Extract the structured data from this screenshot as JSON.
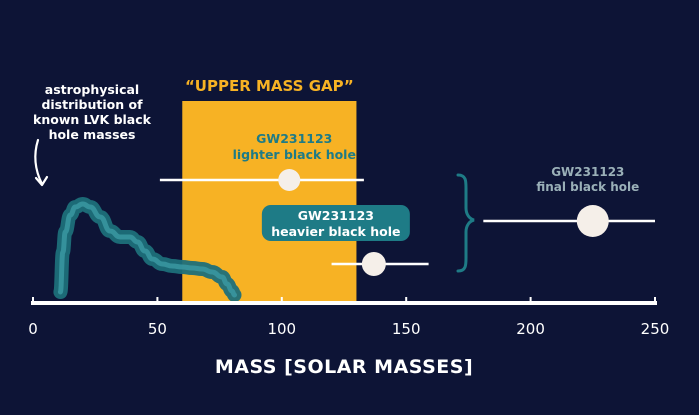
{
  "colors": {
    "background": "#0d1436",
    "gap_fill": "#f7b224",
    "distribution": "#1e6f7a",
    "distribution_core": "#3a98a2",
    "marker": "#f5efe9",
    "axis": "#ffffff",
    "label_teal": "#1e7b86",
    "label_grey": "#9ab0b8"
  },
  "chart_data": {
    "type": "scatter",
    "title": "",
    "xlabel": "MASS [SOLAR MASSES]",
    "ylabel": "",
    "xlim": [
      0,
      250
    ],
    "xticks": [
      0,
      50,
      100,
      150,
      200,
      250
    ],
    "grid": false,
    "legend": "none",
    "gap_region": {
      "label": "“UPPER MASS GAP”",
      "x_start": 60,
      "x_end": 130
    },
    "distribution": {
      "label_lines": [
        "astrophysical",
        "distribution of",
        "known LVK black",
        "hole masses"
      ],
      "x": [
        11,
        12,
        13,
        15,
        17,
        20,
        23,
        27,
        31,
        35,
        39,
        42,
        45,
        48,
        52,
        56,
        60,
        64,
        68,
        72,
        76,
        78,
        80,
        81
      ],
      "density": [
        0.05,
        0.45,
        0.65,
        0.82,
        0.9,
        0.93,
        0.9,
        0.8,
        0.66,
        0.6,
        0.6,
        0.55,
        0.46,
        0.38,
        0.33,
        0.31,
        0.3,
        0.29,
        0.28,
        0.25,
        0.2,
        0.13,
        0.06,
        0.02
      ]
    },
    "points": [
      {
        "id": "lighter",
        "label_lines": [
          "GW231123",
          "lighter black hole"
        ],
        "x": 103,
        "x_err_low": 51,
        "x_err_high": 133,
        "level": 2,
        "style": "teal"
      },
      {
        "id": "heavier",
        "label_lines": [
          "GW231123",
          "heavier black hole"
        ],
        "x": 137,
        "x_err_low": 120,
        "x_err_high": 159,
        "level": 0,
        "style": "boxed"
      },
      {
        "id": "final",
        "label_lines": [
          "GW231123",
          "final black hole"
        ],
        "x": 225,
        "x_err_low": 181,
        "x_err_high": 250,
        "level": 1,
        "style": "grey"
      }
    ]
  }
}
